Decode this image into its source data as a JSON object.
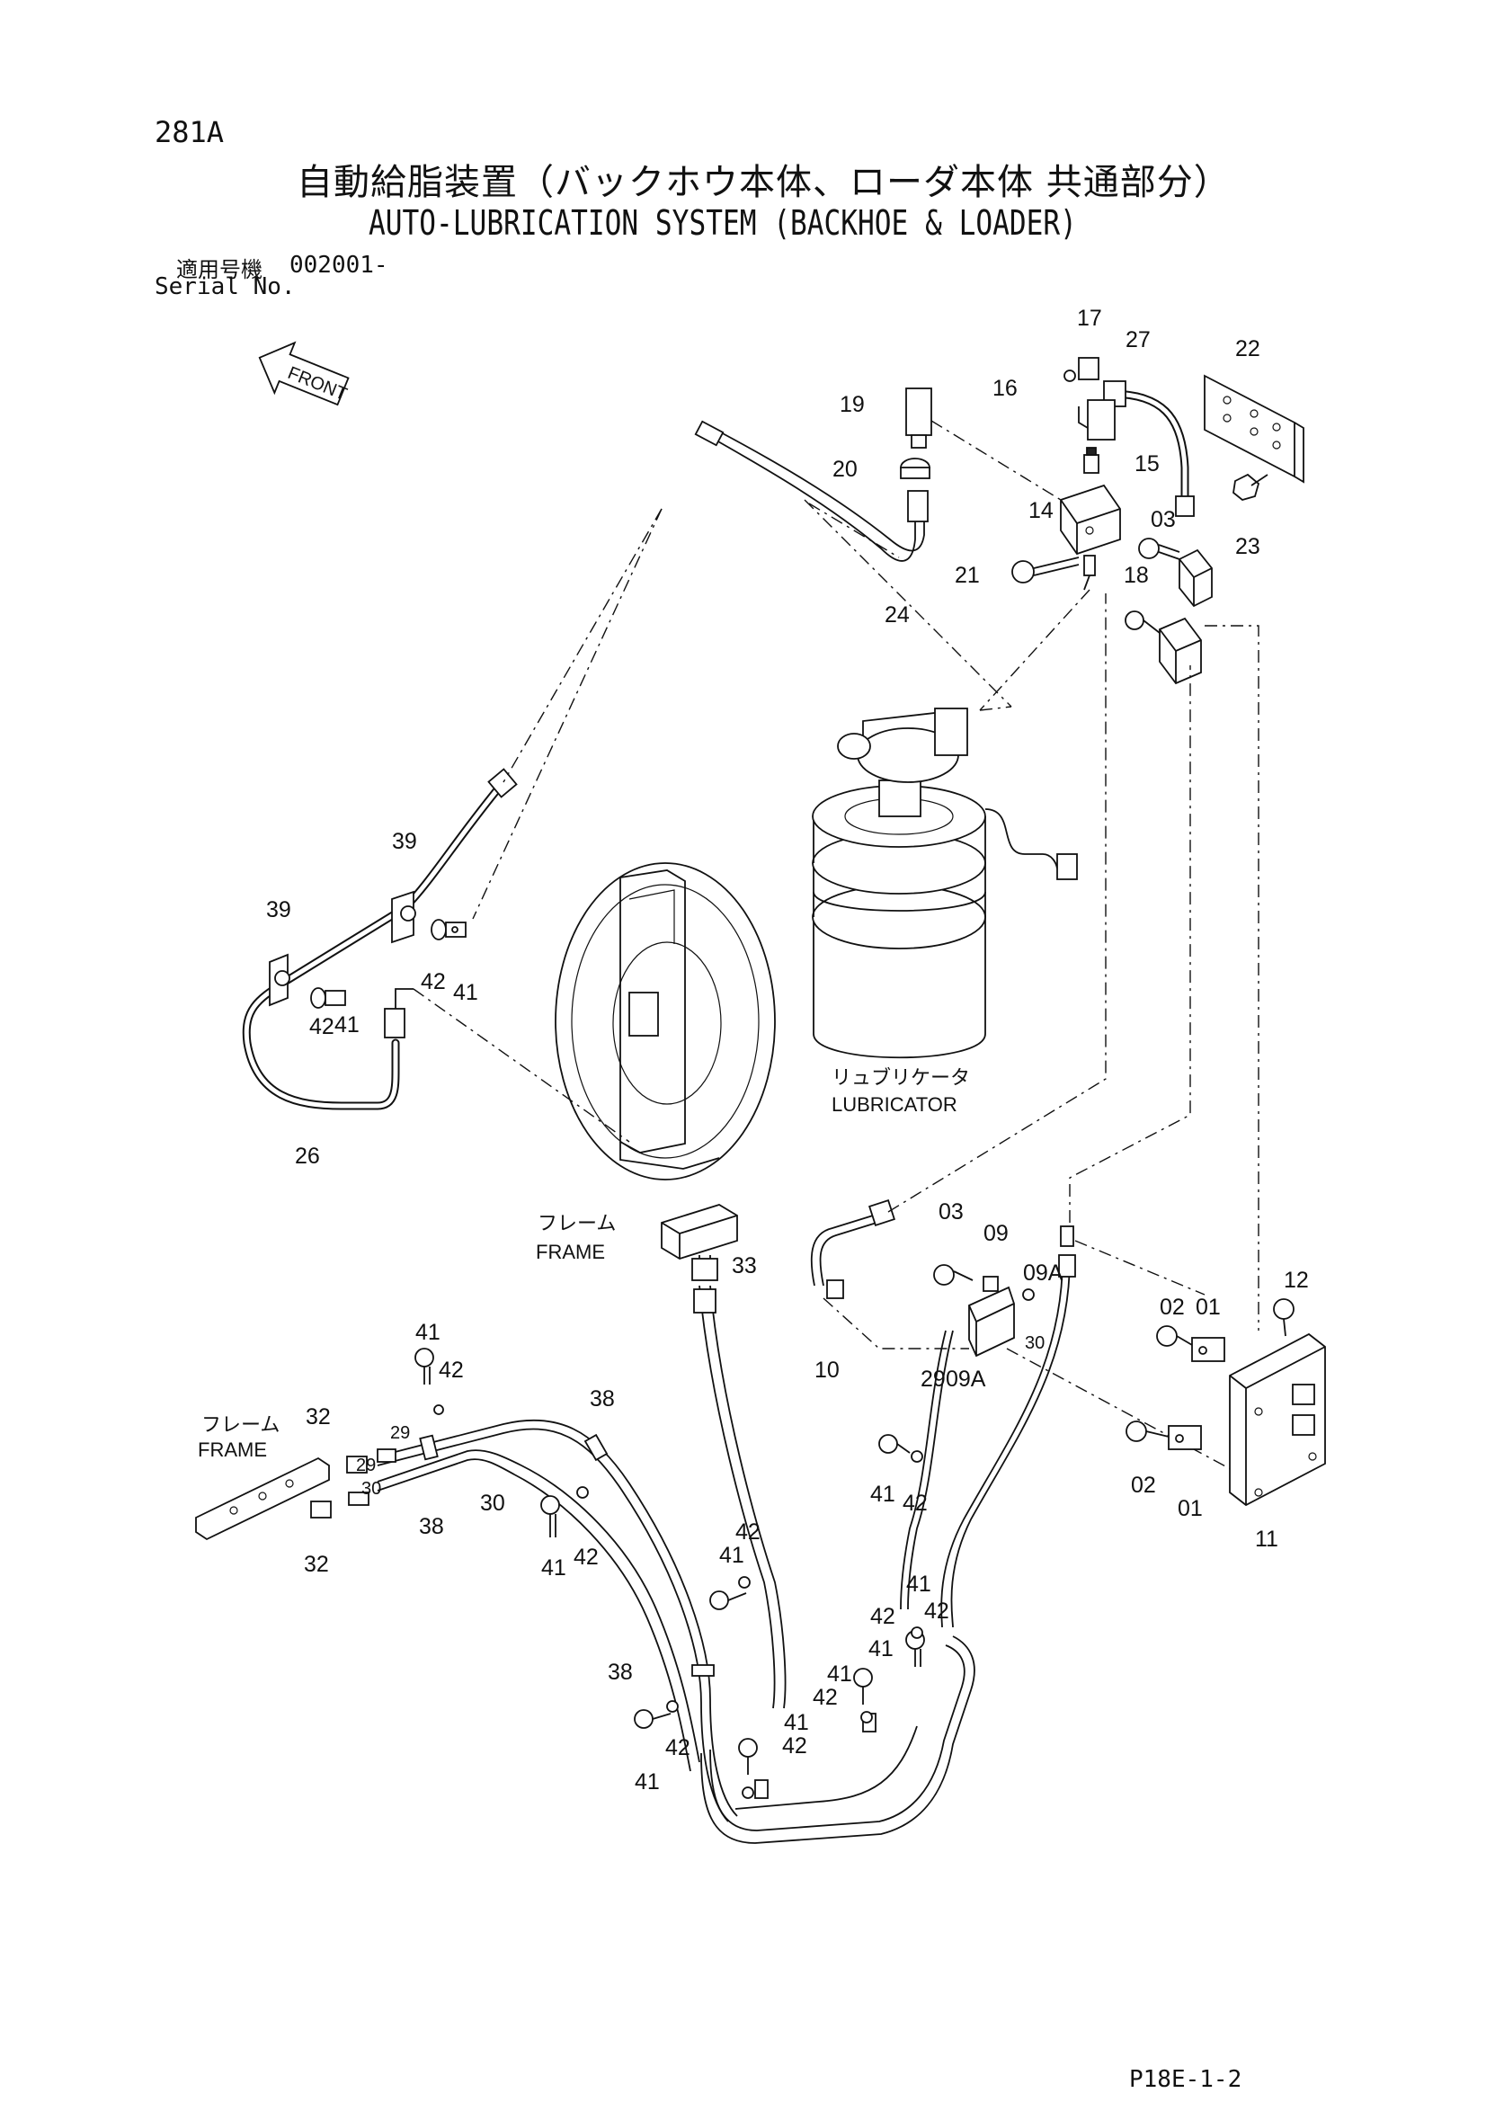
{
  "header": {
    "page_number": "281A",
    "title_jp": "自動給脂装置（バックホウ本体、ローダ本体 共通部分）",
    "title_en": "AUTO-LUBRICATION SYSTEM (BACKHOE & LOADER)",
    "serial_label_jp": "適用号機",
    "serial_label_en": "Serial No.",
    "serial_value": "002001-"
  },
  "front_marker": "FRONT",
  "captions": {
    "lubricator_jp": "リュブリケータ",
    "lubricator_en": "LUBRICATOR",
    "frame_jp": "フレーム",
    "frame_en": "FRAME"
  },
  "callouts": [
    "17",
    "27",
    "22",
    "16",
    "19",
    "15",
    "20",
    "14",
    "03",
    "23",
    "21",
    "18",
    "24",
    "39",
    "39",
    "42",
    "41",
    "42",
    "41",
    "26",
    "03",
    "09",
    "09A",
    "33",
    "12",
    "02",
    "01",
    "10",
    "30",
    "29",
    "09A",
    "41",
    "42",
    "29",
    "38",
    "32",
    "29",
    "30",
    "38",
    "30",
    "02",
    "01",
    "11",
    "41",
    "42",
    "41",
    "42",
    "41",
    "42",
    "32",
    "42",
    "41",
    "38",
    "41",
    "41",
    "42",
    "42",
    "41",
    "42",
    "41",
    "42"
  ],
  "footer": {
    "page_ref": "P18E-1-2"
  }
}
